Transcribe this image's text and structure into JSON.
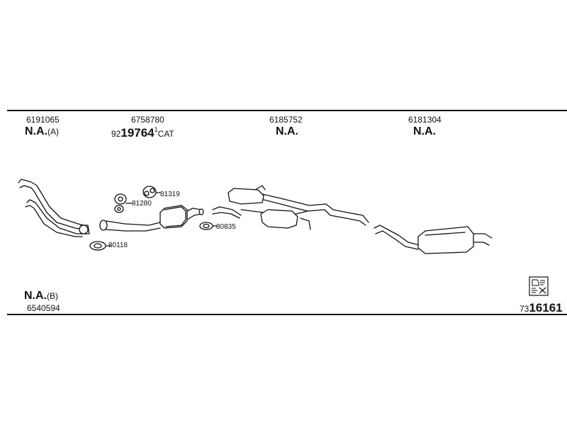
{
  "header": {
    "codes": [
      "6191065",
      "6758780",
      "6185752",
      "6181304"
    ],
    "na_a": {
      "main": "N.A.",
      "suffix": "(A)"
    },
    "catalytic": {
      "prefix": "92",
      "number": "19764",
      "marker": "1",
      "suffix": "CAT"
    },
    "na_3": "N.A.",
    "na_4": "N.A."
  },
  "parts": {
    "p81319": "81319",
    "p81280": "81280",
    "p80835": "80835",
    "p80118": "80118"
  },
  "footer": {
    "na_b": {
      "main": "N.A.",
      "suffix": "(B)"
    },
    "code": "6540594",
    "reference": {
      "prefix": "73",
      "number": "16161"
    }
  },
  "icons": {
    "document": "document-icon"
  }
}
